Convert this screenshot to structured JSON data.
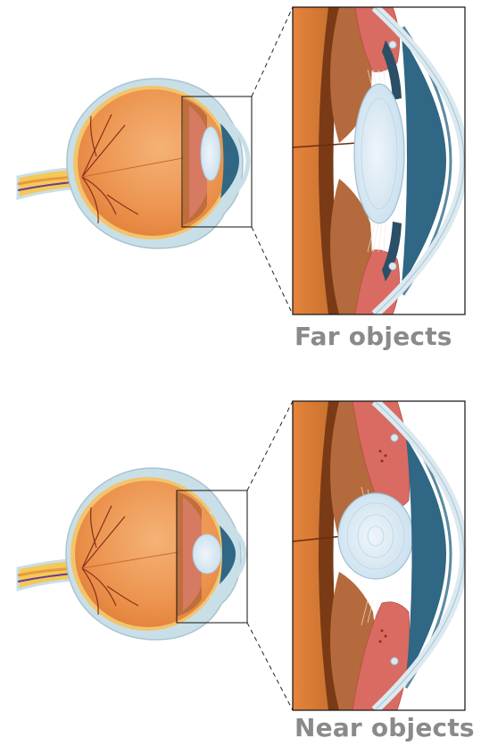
{
  "captions": {
    "far": "Far objects",
    "near": "Near objects"
  },
  "colors": {
    "vitreous": "#e88f45",
    "vitreous_light": "#f3b47c",
    "sclera": "#c9dfe8",
    "retina": "#f2c86b",
    "optic_nerve": "#f7c64a",
    "ciliary_muscle": "#d96b63",
    "lens": "#d9e9f3",
    "aqueous": "#2f6784",
    "cornea": "#dbe9f0",
    "choroid": "#7a3a16",
    "vessel": "#8a2f1e"
  },
  "panels": [
    {
      "id": "far",
      "lens_state": "flat"
    },
    {
      "id": "near",
      "lens_state": "rounded"
    }
  ]
}
